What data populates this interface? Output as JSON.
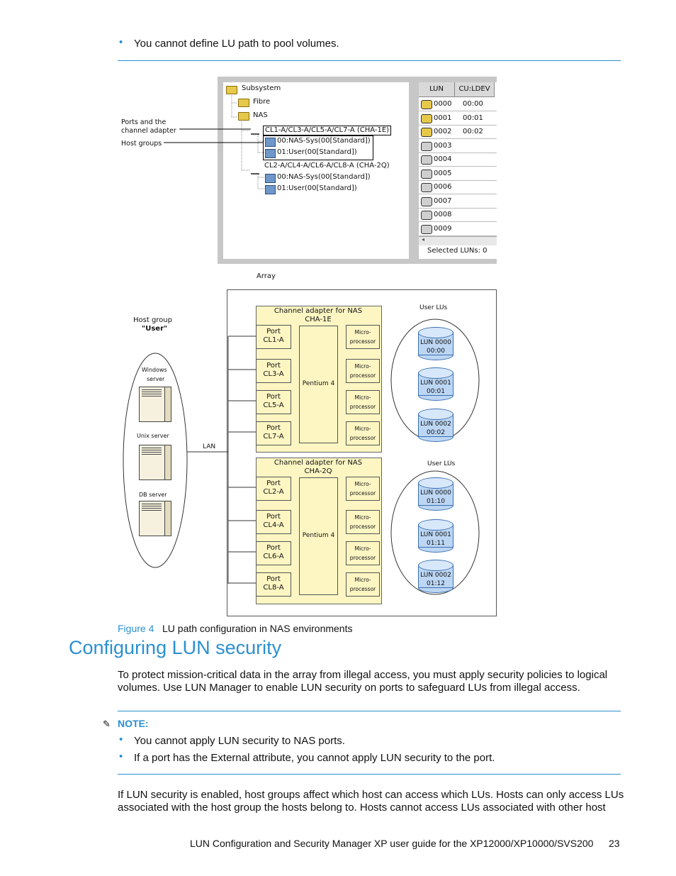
{
  "top_bullet": "You cannot define LU path to pool volumes.",
  "screenshot": {
    "tree": {
      "subsystem": "Subsystem",
      "fibre": "Fibre",
      "nas": "NAS",
      "port1": "CL1-A/CL3-A/CL5-A/CL7-A (CHA-1E)",
      "port1_hg1": "00:NAS-Sys(00[Standard])",
      "port1_hg2": "01:User(00[Standard])",
      "port2": "CL2-A/CL4-A/CL6-A/CL8-A (CHA-2Q)",
      "port2_hg1": "00:NAS-Sys(00[Standard])",
      "port2_hg2": "01:User(00[Standard])"
    },
    "callouts": {
      "ports_line1": "Ports and the",
      "ports_line2": "channel adapter",
      "host_groups": "Host groups"
    },
    "lun_table": {
      "headers": [
        "LUN",
        "CU:LDEV"
      ],
      "rows": [
        {
          "lun": "0000",
          "ldev": "00:00",
          "mapped": true
        },
        {
          "lun": "0001",
          "ldev": "00:01",
          "mapped": true
        },
        {
          "lun": "0002",
          "ldev": "00:02",
          "mapped": true
        },
        {
          "lun": "0003",
          "ldev": "",
          "mapped": false
        },
        {
          "lun": "0004",
          "ldev": "",
          "mapped": false
        },
        {
          "lun": "0005",
          "ldev": "",
          "mapped": false
        },
        {
          "lun": "0006",
          "ldev": "",
          "mapped": false
        },
        {
          "lun": "0007",
          "ldev": "",
          "mapped": false
        },
        {
          "lun": "0008",
          "ldev": "",
          "mapped": false
        },
        {
          "lun": "0009",
          "ldev": "",
          "mapped": false
        }
      ],
      "status": "Selected LUNs: 0"
    }
  },
  "diagram": {
    "array_label": "Array",
    "host_group_line1": "Host group",
    "host_group_line2": "\"User\"",
    "windows_line1": "Windows",
    "windows_line2": "server",
    "unix": "Unix server",
    "db": "DB server",
    "lan": "LAN",
    "cha1_line1": "Channel adapter for NAS",
    "cha1_line2": "CHA-1E",
    "cha2_line1": "Channel adapter for NAS",
    "cha2_line2": "CHA-2Q",
    "pentium": "Pentium 4",
    "micro_line1": "Micro-",
    "micro_line2": "processor",
    "port_word": "Port",
    "cha1_ports": [
      "CL1-A",
      "CL3-A",
      "CL5-A",
      "CL7-A"
    ],
    "cha2_ports": [
      "CL2-A",
      "CL4-A",
      "CL6-A",
      "CL8-A"
    ],
    "user_lus_1": "User LUs",
    "user_lus_2": "User LUs",
    "lus1": [
      {
        "l1": "LUN 0000",
        "l2": "00:00"
      },
      {
        "l1": "LUN 0001",
        "l2": "00:01"
      },
      {
        "l1": "LUN 0002",
        "l2": "00:02"
      }
    ],
    "lus2": [
      {
        "l1": "LUN 0000",
        "l2": "01:10"
      },
      {
        "l1": "LUN 0001",
        "l2": "01:11"
      },
      {
        "l1": "LUN 0002",
        "l2": "01:12"
      }
    ]
  },
  "figure": {
    "label": "Figure 4",
    "caption": "LU path configuration in NAS environments"
  },
  "heading": "Configuring LUN security",
  "para1_line1": "To protect mission-critical data in the array from illegal access, you must apply security policies to logical",
  "para1_line2": "volumes. Use LUN Manager to enable LUN security on ports to safeguard LUs from illegal access.",
  "note": {
    "label": "NOTE:",
    "items": [
      "You cannot apply LUN security to NAS ports.",
      "If a port has the External attribute, you cannot apply LUN security to the port."
    ]
  },
  "para2_line1": "If LUN security is enabled, host groups affect which host can access which LUs. Hosts can only access LUs",
  "para2_line2": "associated with the host group the hosts belong to. Hosts cannot access LUs associated with other host",
  "footer": {
    "title": "LUN Configuration and Security Manager XP user guide for the XP12000/XP10000/SVS200",
    "page": "23"
  },
  "colors": {
    "accent": "#2a8fd0",
    "cha_fill": "#fdf6c3",
    "lu_fill": "#bcd6f4"
  }
}
